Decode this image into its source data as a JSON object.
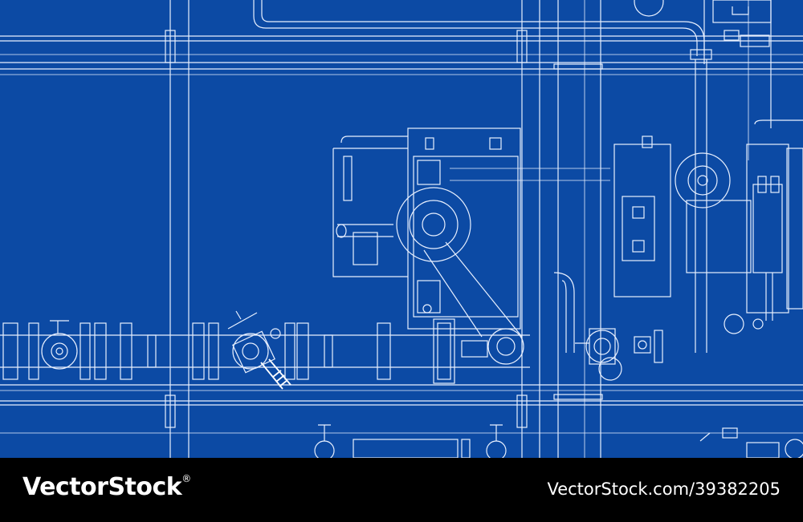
{
  "image": {
    "subject": "Blueprint-style white line drawing of industrial piping with valves, pumps and flanges on a blue background",
    "background_color": "#0c4aa4",
    "line_color": "#e8f0ff"
  },
  "watermark": {
    "brand": "VectorStock",
    "registered_mark": "®",
    "image_id": "VectorStock.com/39382205",
    "bar_color": "#000000"
  }
}
